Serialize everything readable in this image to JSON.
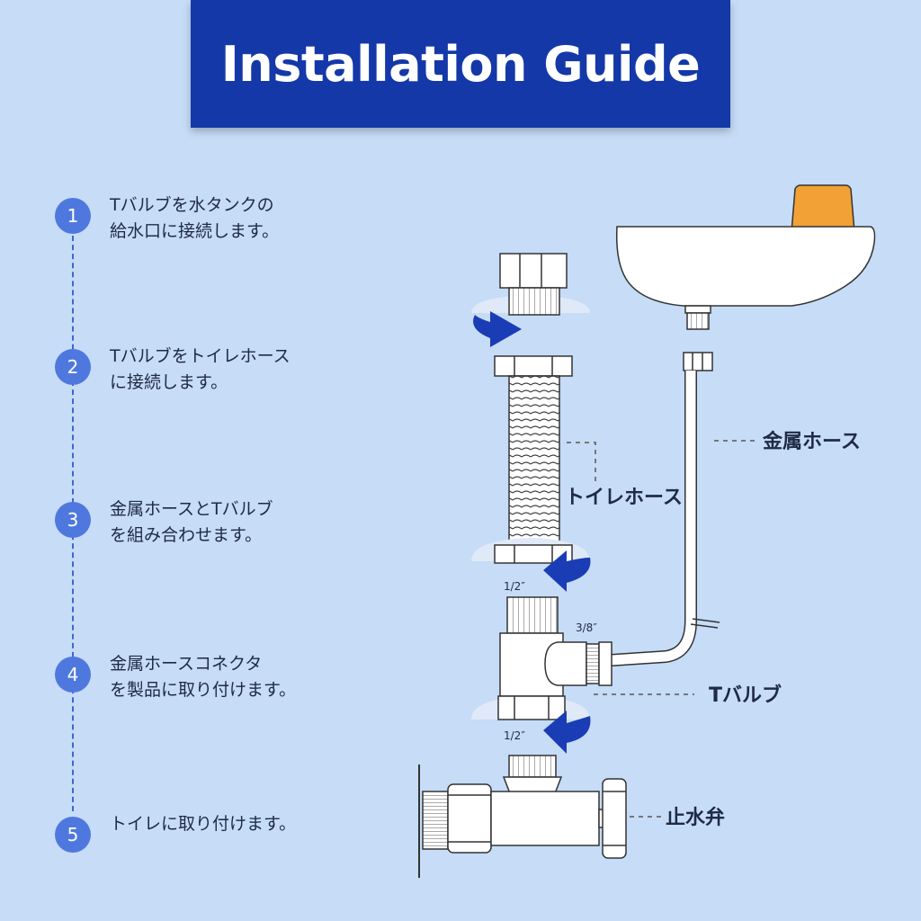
{
  "header": {
    "title": "Installation Guide"
  },
  "steps": [
    {
      "number": "1",
      "text": "Tバルブを水タンクの\n給水口に接続します。"
    },
    {
      "number": "2",
      "text": "Tバルブをトイレホース\nに接続します。"
    },
    {
      "number": "3",
      "text": "金属ホースとTバルブ\nを組み合わせます。"
    },
    {
      "number": "4",
      "text": "金属ホースコネクタ\nを製品に取り付けます。"
    },
    {
      "number": "5",
      "text": "トイレに取り付けます。"
    }
  ],
  "diagram": {
    "labels": {
      "metal_hose": "金属ホース",
      "toilet_hose": "トイレホース",
      "t_valve": "Tバルブ",
      "stop_valve": "止水弁"
    },
    "sizes": {
      "top_half_inch": "1/2″",
      "three_eighths": "3/8″",
      "bottom_half_inch": "1/2″"
    }
  },
  "colors": {
    "background": "#c6dcf7",
    "banner": "#1438a8",
    "step_circle": "#4f78df",
    "arrow": "#1a3db5",
    "valve_knob": "#f1a135"
  }
}
